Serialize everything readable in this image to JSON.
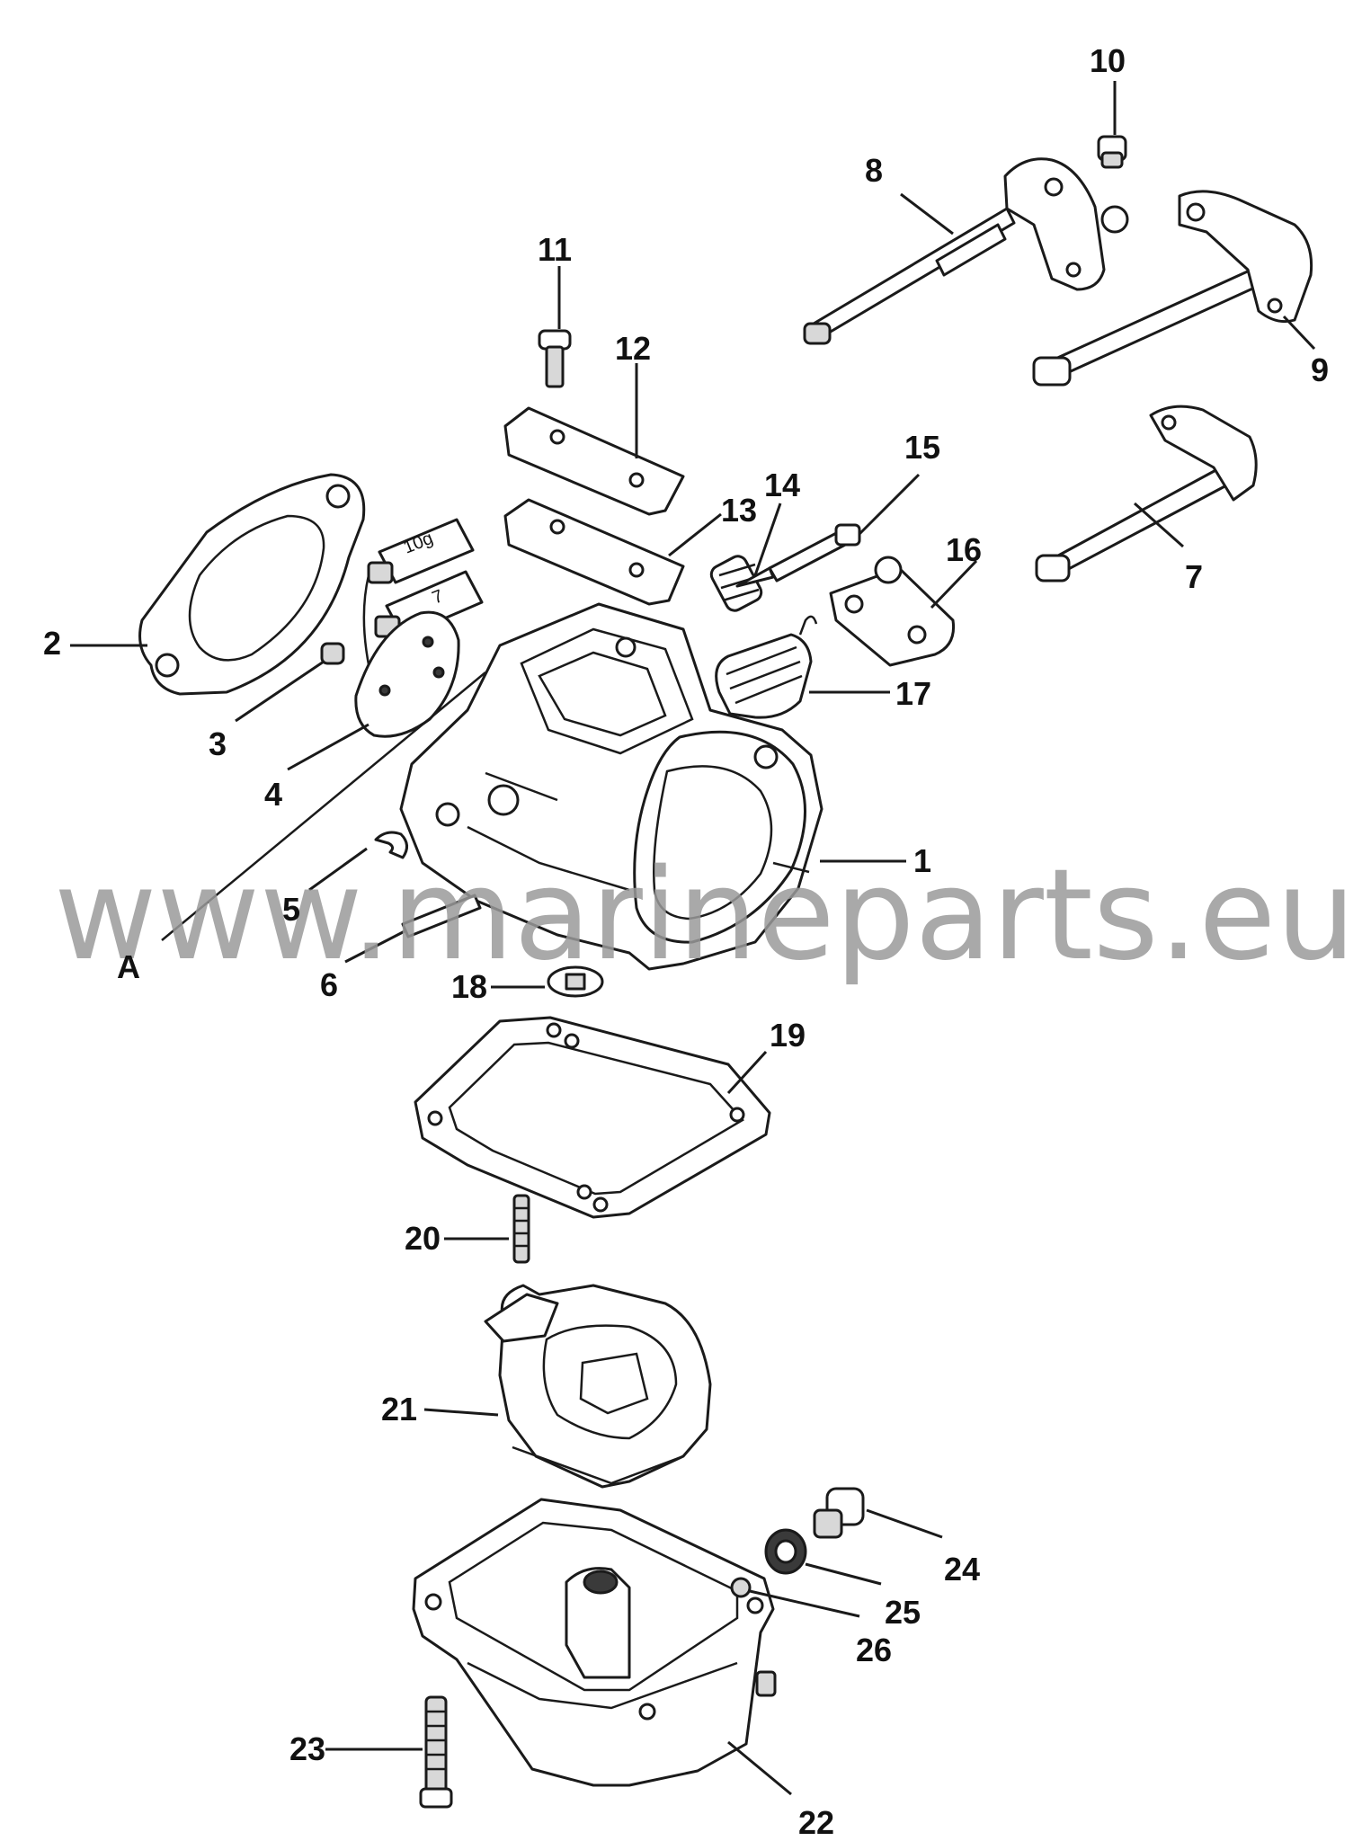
{
  "watermark": "www.marineparts.eu",
  "callouts": {
    "c1": "1",
    "c2": "2",
    "c3": "3",
    "c4": "4",
    "c5": "5",
    "c6": "6",
    "c7": "7",
    "c8": "8",
    "c9": "9",
    "c10": "10",
    "c11": "11",
    "c12": "12",
    "c13": "13",
    "c14": "14",
    "c15": "15",
    "c16": "16",
    "c17": "17",
    "c18": "18",
    "c19": "19",
    "c20": "20",
    "c21": "21",
    "c22": "22",
    "c23": "23",
    "c24": "24",
    "c25": "25",
    "c26": "26",
    "A": "A"
  },
  "tube_labels": {
    "t1": "10g",
    "t2": "7"
  },
  "colors": {
    "ink": "#1a1a1a",
    "watermark": "#9a9a9a",
    "background": "#ffffff"
  }
}
